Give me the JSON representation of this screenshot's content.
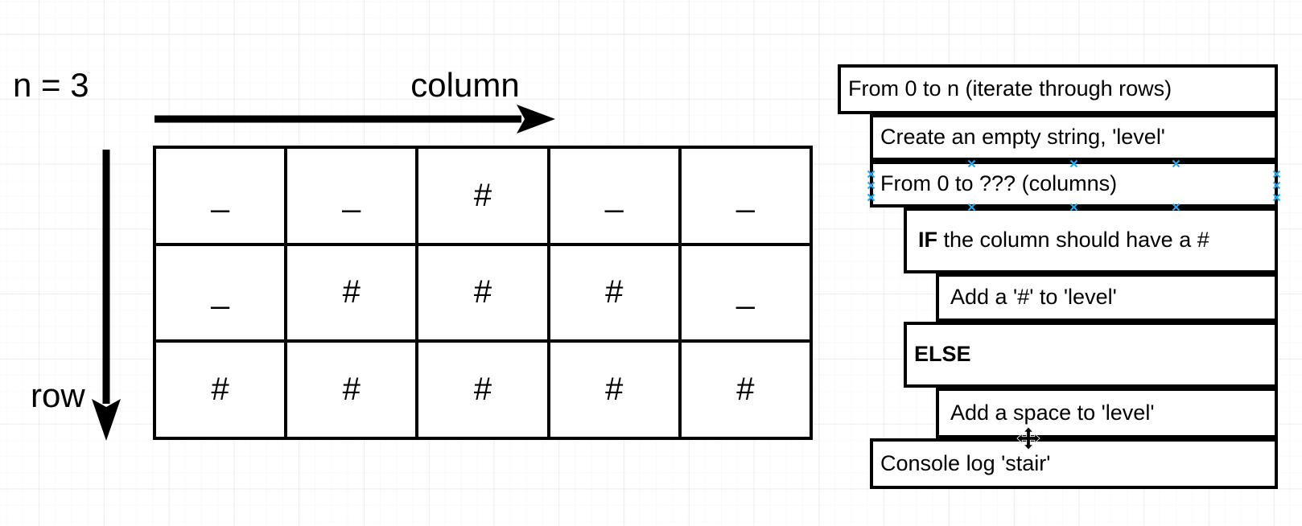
{
  "labels": {
    "n_value": "n = 3",
    "column_axis": "column",
    "row_axis": "row"
  },
  "grid": {
    "rows": [
      [
        "_",
        "_",
        "#",
        "_",
        "_"
      ],
      [
        "_",
        "#",
        "#",
        "#",
        "_"
      ],
      [
        "#",
        "#",
        "#",
        "#",
        "#"
      ]
    ]
  },
  "pseudocode": {
    "steps": [
      {
        "prefix": "",
        "text": "From 0 to n (iterate through rows)",
        "indent": 0,
        "selected": false
      },
      {
        "prefix": "",
        "text": "Create an empty string, 'level'",
        "indent": 1,
        "selected": false
      },
      {
        "prefix": "",
        "text": "From 0 to ??? (columns)",
        "indent": 1,
        "selected": true
      },
      {
        "prefix": "IF",
        "text": " the column should have a #",
        "indent": 2,
        "selected": false
      },
      {
        "prefix": "",
        "text": "Add a '#' to 'level'",
        "indent": 3,
        "selected": false
      },
      {
        "prefix": "ELSE",
        "text": "",
        "indent": 2,
        "selected": false
      },
      {
        "prefix": "",
        "text": "Add a space to 'level'",
        "indent": 3,
        "selected": false
      },
      {
        "prefix": "",
        "text": "Console log 'stair'",
        "indent": 1,
        "selected": false
      }
    ]
  },
  "colors": {
    "stroke": "#000000",
    "shape_fill": "#ffffff",
    "canvas": "#ffffff",
    "handle_blue": "#29a8f0",
    "grid_major": "#f1f1f1",
    "grid_minor": "#fafafa"
  }
}
